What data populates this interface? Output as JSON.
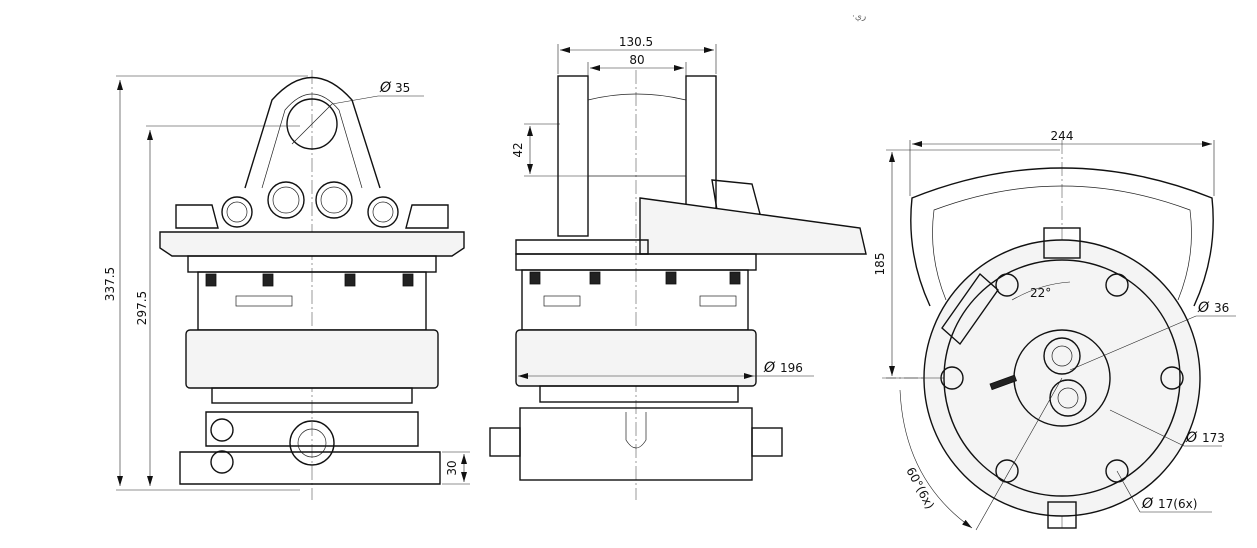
{
  "dimensions": {
    "front_height_total": "337.5",
    "front_height_eye": "297.5",
    "eye_diameter": "35",
    "base_height": "30",
    "side_width_outer": "130.5",
    "side_width_inner": "80",
    "side_offset": "42",
    "side_diameter": "196",
    "top_width": "244",
    "top_height": "185",
    "top_angle": "22°",
    "top_hole_diameter": "36",
    "bolt_circle": "173",
    "bolt_hole": "17(6x)",
    "bolt_angle": "60°(6x)"
  },
  "symbols": {
    "diameter": "Ø"
  },
  "artifact": "·ري"
}
